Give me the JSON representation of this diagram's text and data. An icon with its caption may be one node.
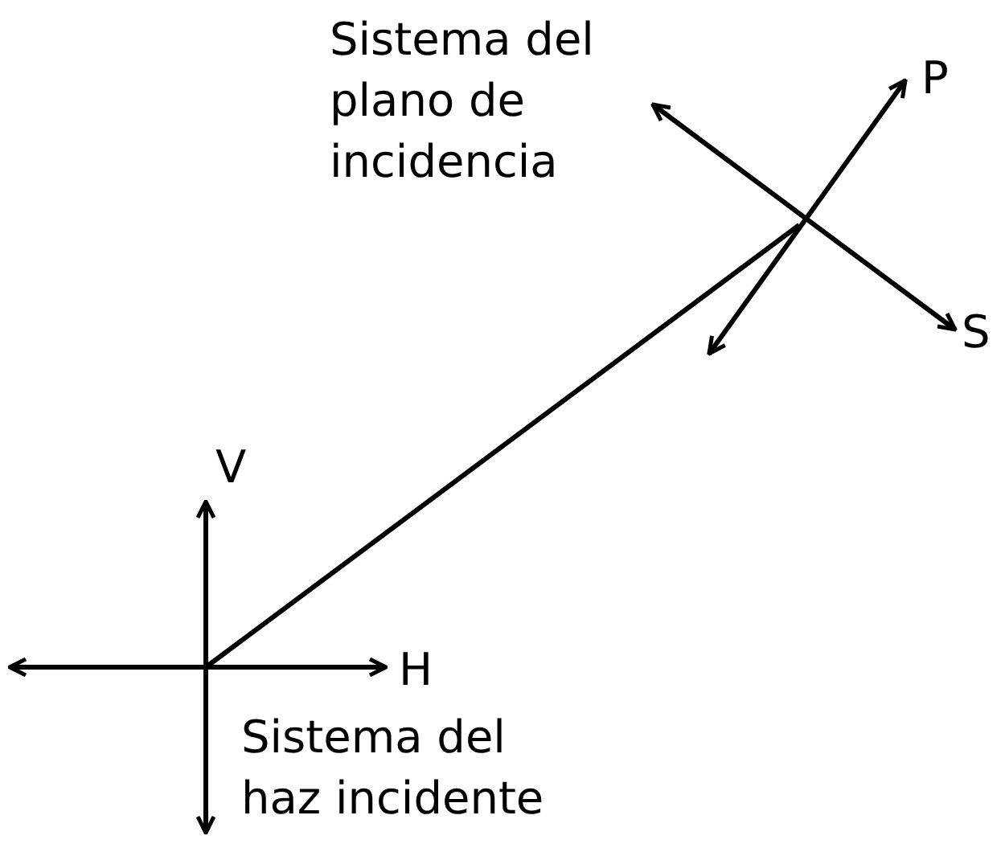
{
  "diagram": {
    "labels": [
      "Sistema del plano de incidencia",
      "P",
      "S",
      "V",
      "H",
      "Sistema del haz incidente"
    ]
  }
}
